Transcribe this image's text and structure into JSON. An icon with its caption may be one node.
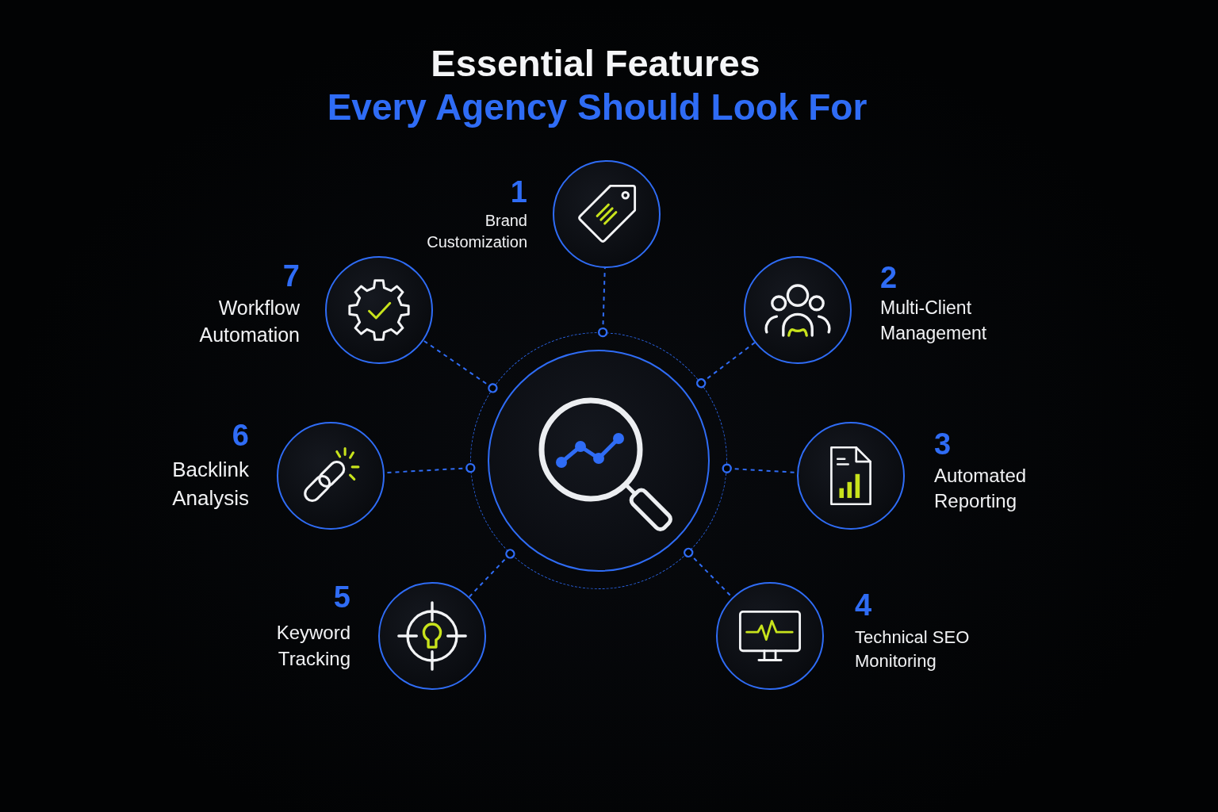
{
  "diagram": {
    "title": "Essential Features",
    "nodes": [
      {
        "text": [],
        "shape": "circle"
      },
      {
        "text": [],
        "shape": "circle",
        "beside": [
          "1",
          "Brand Customization"
        ]
      },
      {
        "text": [],
        "shape": "circle",
        "beside": [
          "2",
          "Multi-Client Management"
        ]
      },
      {
        "text": [],
        "shape": "circle",
        "beside": [
          "3",
          "Automated Reporting"
        ]
      },
      {
        "text": [],
        "shape": "circle",
        "beside": [
          "4",
          "Technical SEO Monitoring"
        ]
      },
      {
        "text": [],
        "shape": "circle",
        "beside": [
          "5",
          "Keyword Tracking"
        ]
      },
      {
        "text": [],
        "shape": "circle",
        "beside": [
          "6",
          "Backlink Analysis"
        ]
      },
      {
        "text": [],
        "shape": "circle",
        "beside": [
          "7",
          "Workflow Automation"
        ]
      }
    ],
    "edges": [
      {
        "from": 0,
        "to": 1,
        "arrow": "other",
        "style": "dashed"
      },
      {
        "from": 0,
        "to": 2,
        "arrow": "other",
        "style": "dashed"
      },
      {
        "from": 0,
        "to": 3,
        "arrow": "other",
        "style": "dashed"
      },
      {
        "from": 0,
        "to": 4,
        "arrow": "other",
        "style": "dashed"
      },
      {
        "from": 0,
        "to": 5,
        "arrow": "other",
        "style": "dashed"
      },
      {
        "from": 0,
        "to": 6,
        "arrow": "other",
        "style": "dashed"
      },
      {
        "from": 0,
        "to": 7,
        "arrow": "other",
        "style": "dashed"
      }
    ],
    "labels": [
      "Every Agency Should Look For"
    ]
  }
}
